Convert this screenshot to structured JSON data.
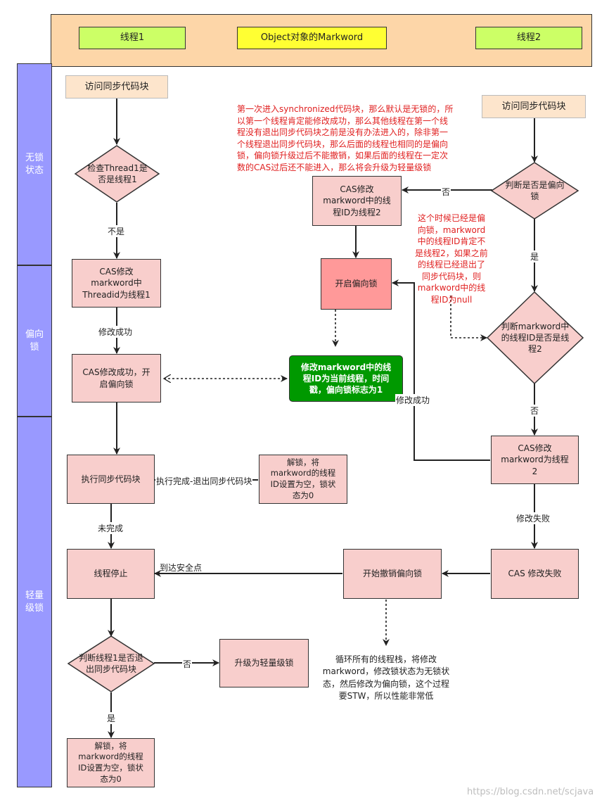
{
  "header": {
    "thread1": "线程1",
    "markword": "Object对象的Markword",
    "thread2": "线程2",
    "colors": {
      "band": "#fdd6a8",
      "thread": "#ccff66",
      "markword": "#ffff33"
    }
  },
  "lanes": {
    "nolock": "无锁\n状态",
    "biased": "偏向\n锁",
    "lightweight": "轻量\n级锁",
    "color": "#9999ff"
  },
  "nodes": {
    "t1_access": "访问同步代码块",
    "t2_access": "访问同步代码块",
    "check_t1": "检查Thread1是\n否是线程1",
    "cas_t1": "CAS修改\nmarkword中\nThreadid为线程1",
    "cas_success_open": "CAS修改成功，开\n启偏向锁",
    "open_biased": "开启偏向锁",
    "set_thread_id": "修改markword中的线\n程ID为当前线程，时间\n戳，偏向锁标志为1",
    "exec_sync": "执行同步代码块",
    "unlock1": "解锁，将\nmarkword的线程\nID设置为空，锁状\n态为0",
    "thread_stop": "线程停止",
    "start_revoke": "开始撤销偏向锁",
    "cas_fail": "CAS 修改失败",
    "check_exit": "判断线程1是否退\n出同步代码块",
    "upgrade": "升级为轻量级锁",
    "unlock2": "解锁，将\nmarkword的线程\nID设置为空，锁状\n态为0",
    "check_biased": "判断是否是偏向\n锁",
    "cas_t2_left": "CAS修改\nmarkword中的线\n程ID为线程2",
    "check_mw_t2": "判断markword中\n的线程ID是否是线\n程2",
    "cas_mw_t2": "CAS修改\nmarkword为线程\n2"
  },
  "edge_labels": {
    "not_is": "不是",
    "modify_success": "修改成功",
    "no": "否",
    "yes": "是",
    "modify_success_right": "修改成功",
    "exec_done": "执行完成-退出同步代码块",
    "not_done": "未完成",
    "safe_point": "到达安全点",
    "modify_fail": "修改失败",
    "no_upgrade": "否",
    "yes_unlock": "是",
    "no_check": "否"
  },
  "notes": {
    "red_top": "第一次进入synchronized代码块，那么默认是无锁的，所\n以第一个线程肯定能修改成功，那么其他线程在第一个线\n程没有退出同步代码块之前是没有办法进入的，除非第一\n个线程退出同步代码块，那么后面的线程也相同的是偏向\n锁，偏向锁升级过后不能撤销，如果后面的线程在一定次\n数的CAS过后还不能进入，那么将会升级为轻量级锁",
    "red_mid": "这个时候已经是偏\n向锁，markword\n中的线程ID肯定不\n是线程2，如果之前\n的线程已经退出了\n同步代码块，则\nmarkword中的线\n程ID为null",
    "revoke_note": "循环所有的线程栈，将修改\nmarkword，修改锁状态为无锁状\n态，然后修改为偏向锁，这个过程\n要STW，所以性能非常低"
  },
  "colors": {
    "node_pink": "#f8cecc",
    "node_peach": "#fde5cc",
    "open_biased": "#ff9999",
    "green_node": "#009900",
    "annotation": "#e02020"
  },
  "watermark": "https://blog.csdn.net/scjava"
}
